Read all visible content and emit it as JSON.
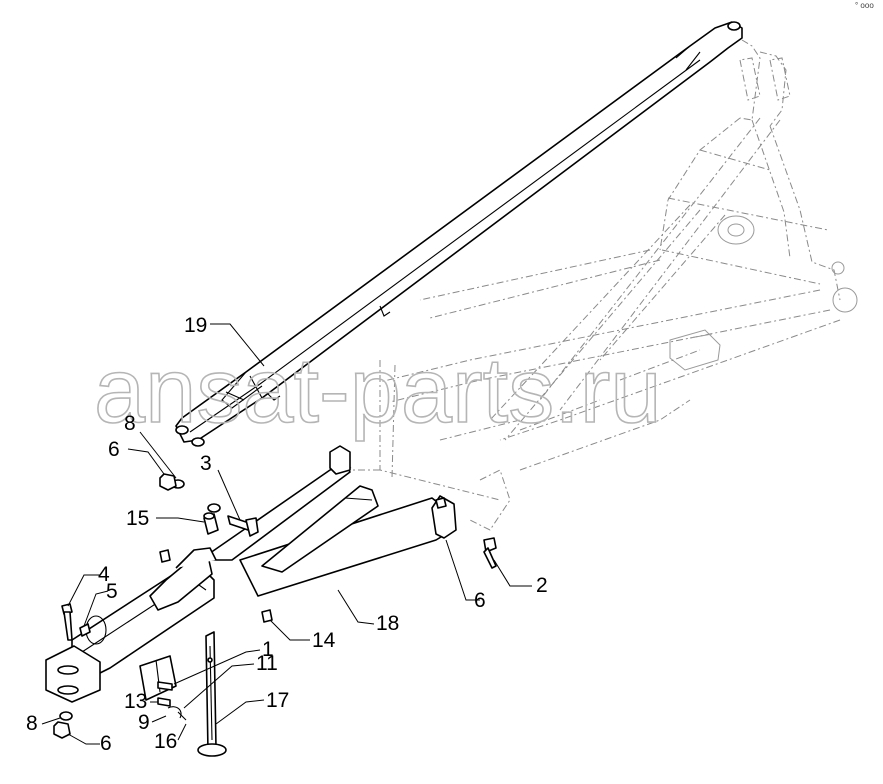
{
  "watermark": "ansat-parts.ru",
  "corner_mark": "° ooo",
  "callouts": [
    {
      "id": "c19",
      "label": "19",
      "part": "long-drawbar-beam"
    },
    {
      "id": "c8a",
      "label": "8",
      "part": "washer-upper"
    },
    {
      "id": "c6a",
      "label": "6",
      "part": "nut-upper"
    },
    {
      "id": "c3",
      "label": "3",
      "part": "bolt-upper"
    },
    {
      "id": "c15",
      "label": "15",
      "part": "spacer-bushing"
    },
    {
      "id": "c4",
      "label": "4",
      "part": "hitch-pin-bolt"
    },
    {
      "id": "c5",
      "label": "5",
      "part": "lynch-pin"
    },
    {
      "id": "c18",
      "label": "18",
      "part": "a-frame-drawbar"
    },
    {
      "id": "c6b",
      "label": "6",
      "part": "nut-right"
    },
    {
      "id": "c2",
      "label": "2",
      "part": "pivot-bolt"
    },
    {
      "id": "c14",
      "label": "14",
      "part": "bushing-lower"
    },
    {
      "id": "c1",
      "label": "1",
      "part": "stand-bolt"
    },
    {
      "id": "c11",
      "label": "11",
      "part": "stand-clip"
    },
    {
      "id": "c13",
      "label": "13",
      "part": "pin"
    },
    {
      "id": "c9",
      "label": "9",
      "part": "washer-stand"
    },
    {
      "id": "c16",
      "label": "16",
      "part": "lock-pin"
    },
    {
      "id": "c17",
      "label": "17",
      "part": "parking-stand"
    },
    {
      "id": "c8b",
      "label": "8",
      "part": "washer-lower"
    },
    {
      "id": "c6c",
      "label": "6",
      "part": "nut-lower"
    }
  ]
}
